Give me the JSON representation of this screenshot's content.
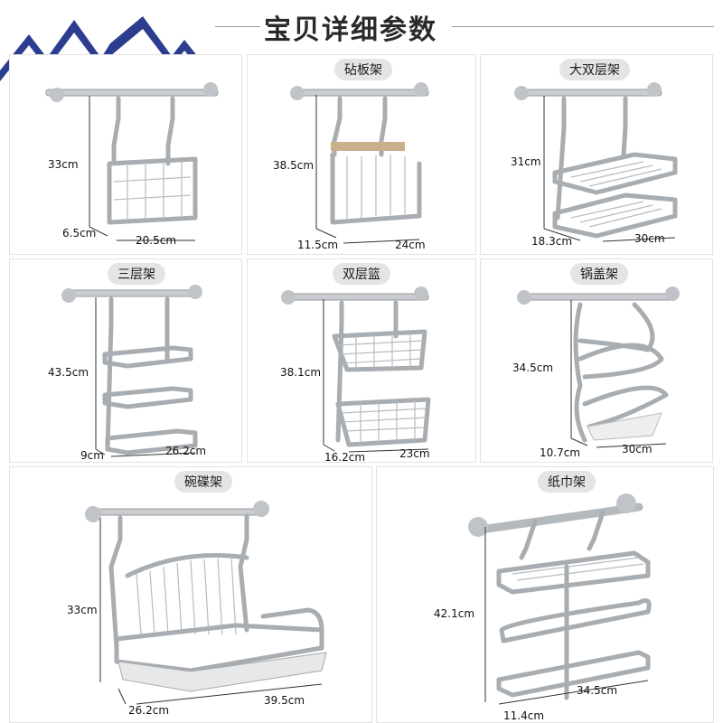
{
  "title": "宝贝详细参数",
  "products": [
    {
      "name": "",
      "height": "33cm",
      "depth": "6.5cm",
      "width": "20.5cm"
    },
    {
      "name": "砧板架",
      "height": "38.5cm",
      "depth": "11.5cm",
      "width": "24cm"
    },
    {
      "name": "大双层架",
      "height": "31cm",
      "depth": "18.3cm",
      "width": "30cm"
    },
    {
      "name": "三层架",
      "height": "43.5cm",
      "depth": "9cm",
      "width": "26.2cm"
    },
    {
      "name": "双层篮",
      "height": "38.1cm",
      "depth": "16.2cm",
      "width": "23cm"
    },
    {
      "name": "锅盖架",
      "height": "34.5cm",
      "depth": "10.7cm",
      "width": "30cm"
    },
    {
      "name": "碗碟架",
      "height": "33cm",
      "depth": "26.2cm",
      "width": "39.5cm"
    },
    {
      "name": "纸巾架",
      "height": "42.1cm",
      "depth": "11.4cm",
      "width": "34.5cm"
    }
  ],
  "colors": {
    "logo_blue": "#2c3d8f",
    "badge_bg": "#e4e4e4",
    "rule": "#9a9a9a"
  }
}
